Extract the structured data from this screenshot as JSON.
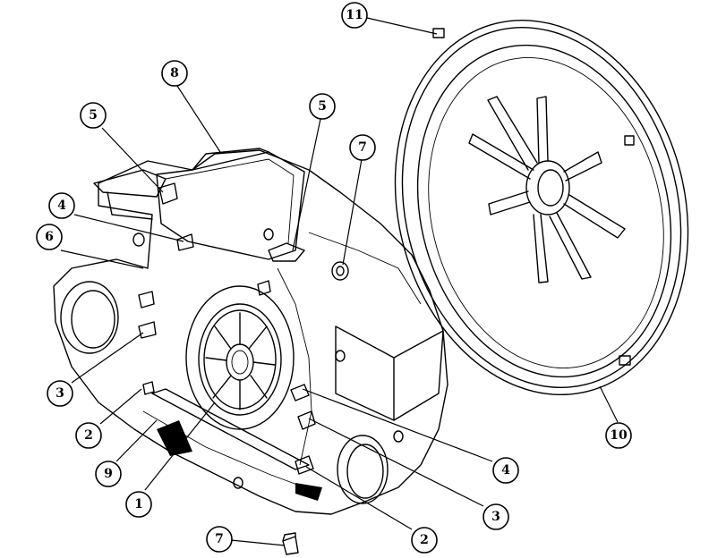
{
  "callouts": [
    {
      "id": "c11a",
      "label": "11"
    },
    {
      "id": "c8",
      "label": "8"
    },
    {
      "id": "c5a",
      "label": "5"
    },
    {
      "id": "c5b",
      "label": "5"
    },
    {
      "id": "c7a",
      "label": "7"
    },
    {
      "id": "c4a",
      "label": "4"
    },
    {
      "id": "c6",
      "label": "6"
    },
    {
      "id": "c3a",
      "label": "3"
    },
    {
      "id": "c2a",
      "label": "2"
    },
    {
      "id": "c9",
      "label": "9"
    },
    {
      "id": "c1",
      "label": "1"
    },
    {
      "id": "c7b",
      "label": "7"
    },
    {
      "id": "c2b",
      "label": "2"
    },
    {
      "id": "c3b",
      "label": "3"
    },
    {
      "id": "c4b",
      "label": "4"
    },
    {
      "id": "c10",
      "label": "10"
    }
  ]
}
